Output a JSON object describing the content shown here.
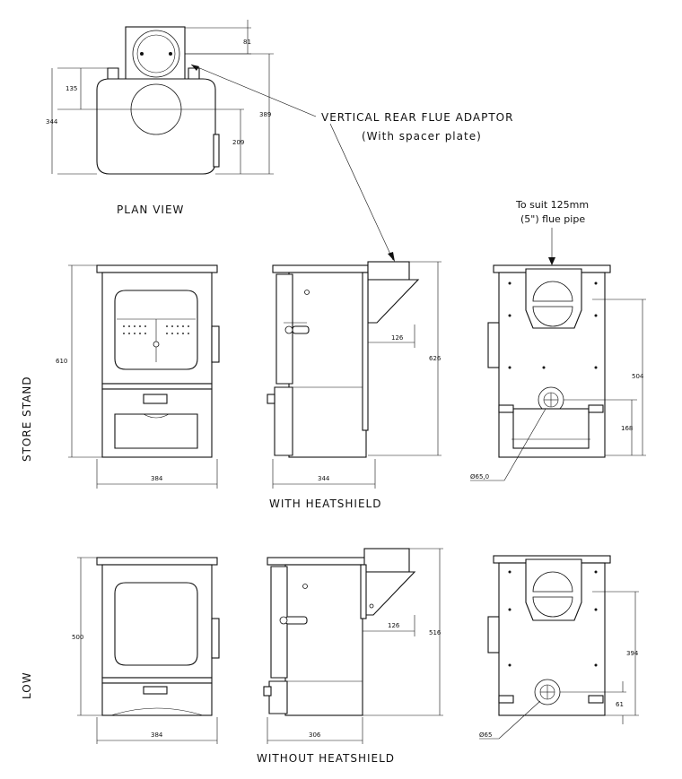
{
  "labels": {
    "plan_view": "PLAN VIEW",
    "adaptor": "VERTICAL REAR FLUE ADAPTOR",
    "adaptor_sub": "(With spacer plate)",
    "flue_note_1": "To suit 125mm",
    "flue_note_2": "(5\") flue pipe",
    "store_stand": "STORE STAND",
    "low": "LOW",
    "with_heatshield": "WITH HEATSHIELD",
    "without_heatshield": "WITHOUT HEATSHIELD"
  },
  "dimensions": {
    "plan_81": "81",
    "plan_135": "135",
    "plan_344": "344",
    "plan_389": "389",
    "plan_209": "209",
    "ss_front_height": "610",
    "ss_front_width": "384",
    "ss_side_height": "626",
    "ss_side_flue": "126",
    "ss_side_depth": "344",
    "ss_rear_504": "504",
    "ss_rear_168": "168",
    "ss_rear_diameter": "Ø65,0",
    "low_front_height": "500",
    "low_front_width": "384",
    "low_side_height": "516",
    "low_side_flue": "126",
    "low_side_depth": "306",
    "low_rear_394": "394",
    "low_rear_61": "61",
    "low_rear_diameter": "Ø65"
  }
}
